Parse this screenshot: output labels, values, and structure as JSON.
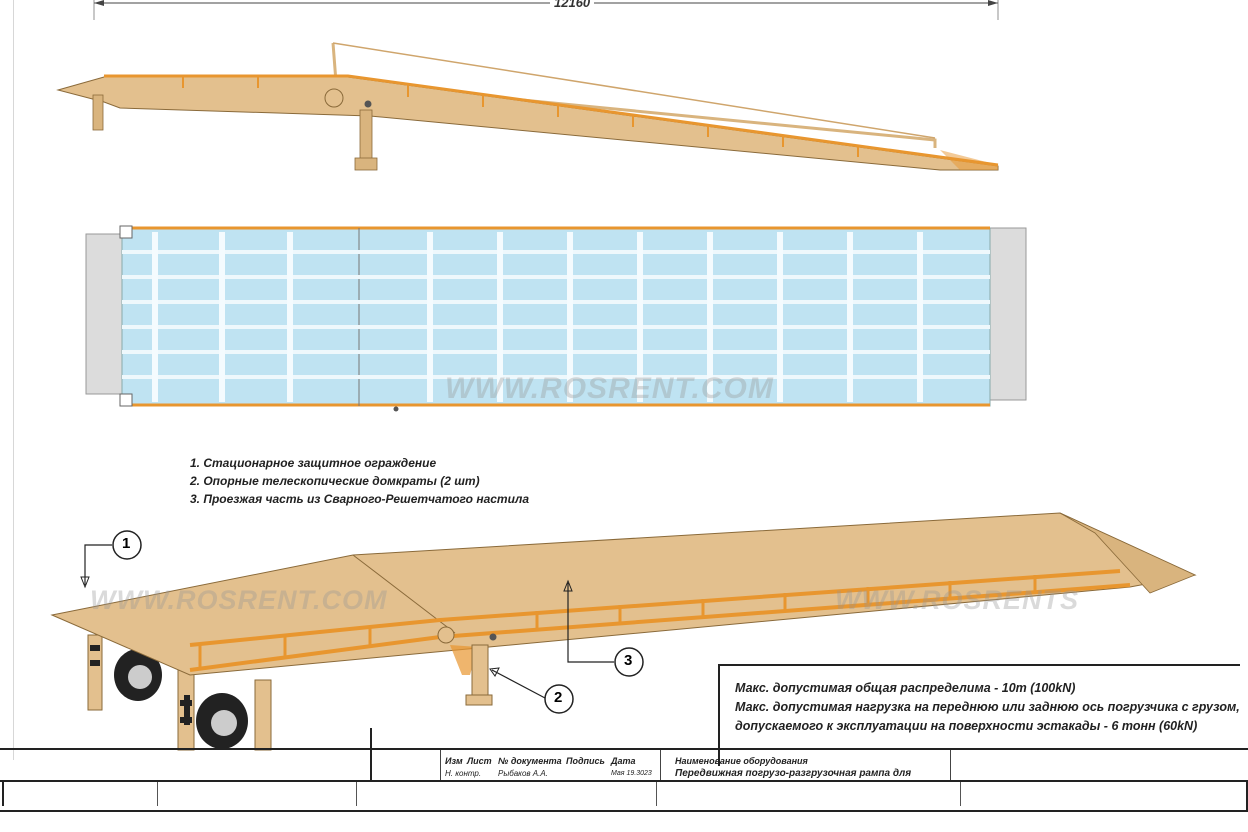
{
  "dimension": {
    "length": "12160"
  },
  "legend": [
    "1. Стационарное защитное ограждение",
    "2. Опорные телескопические домкраты (2 шт)",
    "3. Проезжая часть из Сварного-Решетчатого настила"
  ],
  "callouts": [
    "1",
    "2",
    "3"
  ],
  "notes": {
    "line1": "Макс. допустимая общая распределима - 10т (100kN)",
    "line2": "Макс. допустимая нагрузка на переднюю или заднюю ось погрузчика с грузом,",
    "line3": "допускаемого к эксплуатации на поверхности эстакады - 6 тонн (60kN)"
  },
  "watermarks": [
    "WWW.ROSRENT.COM",
    "WWW.ROSRENT.COM",
    "WWW.ROSRENTS"
  ],
  "title_block": {
    "h_izm": "Изм",
    "h_list": "Лист",
    "h_doc": "№ документа",
    "h_sign": "Подпись",
    "h_date": "Дата",
    "role": "Н. контр.",
    "name": "Рыбаков А.А.",
    "date": "Мая 19.3023",
    "equip_label": "Наименование оборудования",
    "equip_name": "Передвижная погрузо-разгрузочная рампа для"
  },
  "colors": {
    "frame": "#e8962f",
    "deck": "#e3c08e",
    "grate": "#bfe3f2",
    "line": "#8a6a3a"
  }
}
